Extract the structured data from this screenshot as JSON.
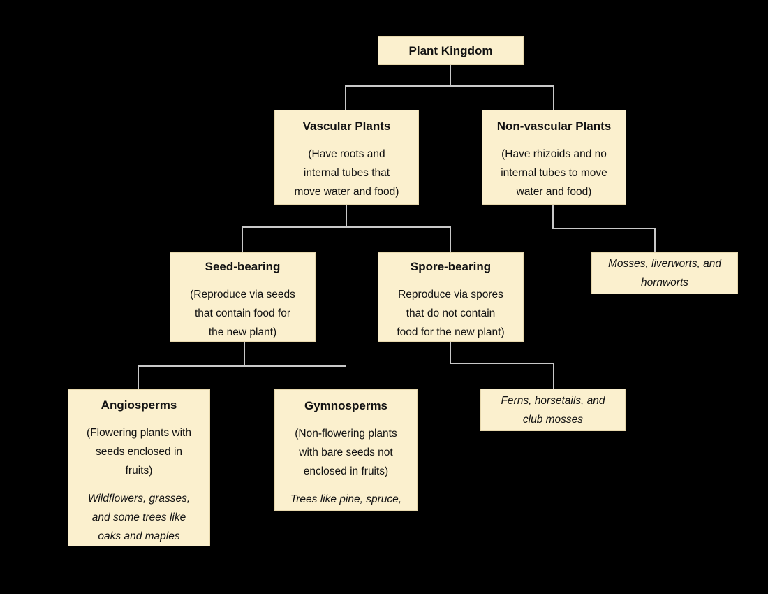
{
  "diagram": {
    "background_color": "#000000",
    "box_fill_color": "#fbf0ce",
    "connector_color": "#c8c8c8",
    "text_color": "#121212",
    "nodes": {
      "plant_kingdom": {
        "title": "Plant Kingdom"
      },
      "vascular": {
        "title": "Vascular Plants",
        "body": [
          "(Have roots and",
          "internal tubes that",
          "move water and food)"
        ]
      },
      "nonvascular": {
        "title": "Non-vascular Plants",
        "body": [
          "(Have rhizoids and no",
          "internal tubes to move",
          "water and food)"
        ]
      },
      "seed_bearing": {
        "title": "Seed-bearing",
        "body": [
          "(Reproduce via seeds",
          "that contain food for",
          "the new plant)"
        ]
      },
      "spore_bearing": {
        "title": "Spore-bearing",
        "body": [
          "Reproduce via spores",
          "that do not contain",
          "food for the new plant)"
        ]
      },
      "mosses": {
        "examples": [
          "Mosses, liverworts, and",
          "hornworts"
        ]
      },
      "angiosperms": {
        "title": "Angiosperms",
        "body": [
          "(Flowering plants with",
          "seeds enclosed in",
          "fruits)"
        ],
        "examples": [
          "Wildflowers, grasses,",
          "and some trees like",
          "oaks and maples"
        ]
      },
      "gymnosperms": {
        "title": "Gymnosperms",
        "body": [
          "(Non-flowering plants",
          "with bare seeds not",
          "enclosed in fruits)"
        ],
        "examples": [
          "Trees like pine, spruce,"
        ]
      },
      "ferns": {
        "examples": [
          "Ferns, horsetails, and",
          "club mosses"
        ]
      }
    }
  }
}
